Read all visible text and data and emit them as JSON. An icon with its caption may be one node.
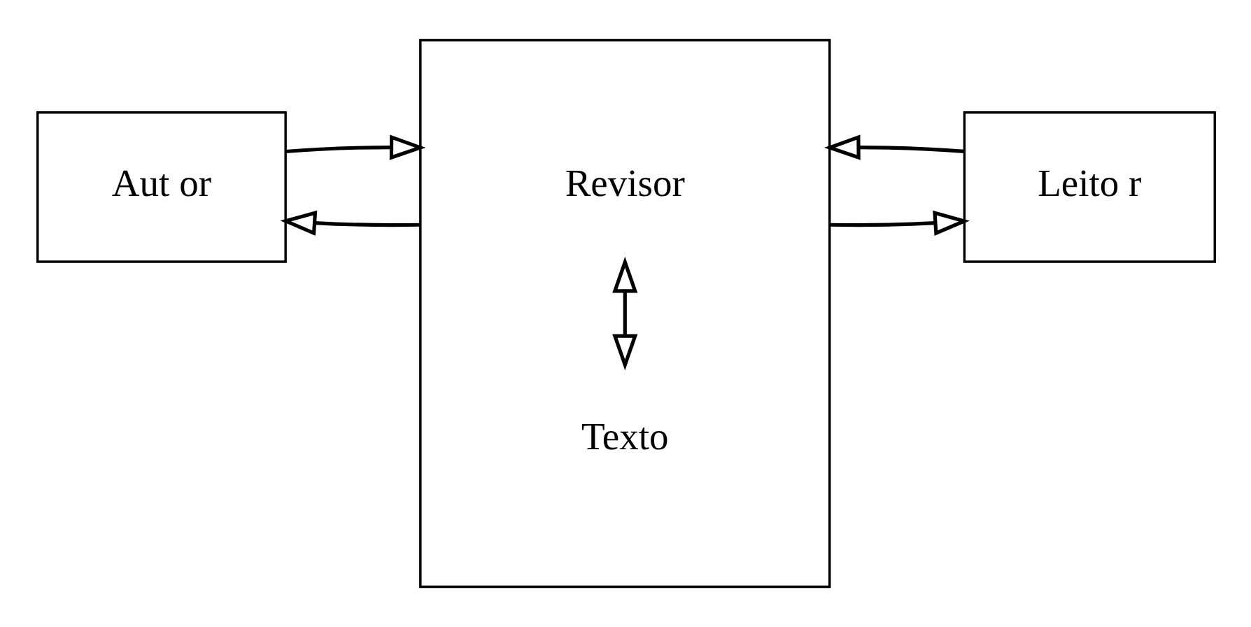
{
  "diagram": {
    "nodes": [
      {
        "text": [
          "Aut or"
        ]
      },
      {
        "text": [],
        "shape": "box"
      },
      {
        "text": [
          "Revisor"
        ],
        "in": 1
      },
      {
        "text": [
          "Texto"
        ],
        "in": 1
      },
      {
        "text": [
          "Leito r"
        ]
      }
    ],
    "edges": [
      {
        "from": 1,
        "to": 0,
        "arrow": "to"
      },
      {
        "from": 1,
        "to": 4,
        "arrow": "to"
      },
      {
        "from": 0,
        "to": 1,
        "arrow": "to"
      },
      {
        "from": 4,
        "to": 1,
        "arrow": "to"
      },
      {
        "from": 2,
        "to": 3,
        "arrow": "both"
      }
    ]
  }
}
